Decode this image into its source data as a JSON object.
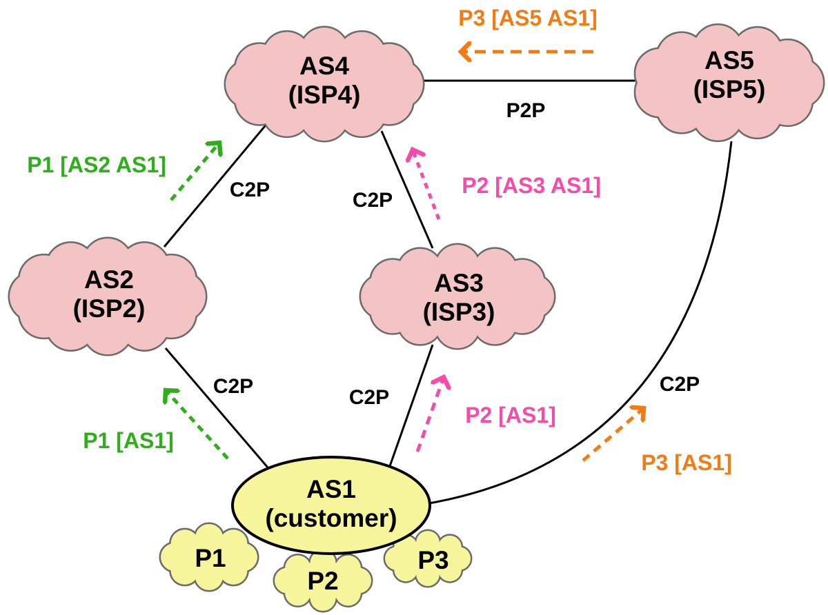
{
  "colors": {
    "cloud_pink": "#f4c3c4",
    "cloud_yellow": "#f7f59c",
    "green": "#2fae1c",
    "pink": "#f64ba8",
    "orange": "#f27b14"
  },
  "nodes": {
    "as4": {
      "line1": "AS4",
      "line2": "(ISP4)"
    },
    "as5": {
      "line1": "AS5",
      "line2": "(ISP5)"
    },
    "as2": {
      "line1": "AS2",
      "line2": "(ISP2)"
    },
    "as3": {
      "line1": "AS3",
      "line2": "(ISP3)"
    },
    "as1": {
      "line1": "AS1",
      "line2": "(customer)"
    },
    "p1": "P1",
    "p2": "P2",
    "p3": "P3"
  },
  "links": {
    "as4_as5": "P2P",
    "as2_as4": "C2P",
    "as3_as4": "C2P",
    "as1_as2": "C2P",
    "as1_as3": "C2P",
    "as1_as5": "C2P"
  },
  "announcements": {
    "p3_as5_as1": "P3 [AS5 AS1]",
    "p1_as2_as1": "P1 [AS2 AS1]",
    "p2_as3_as1": "P2 [AS3 AS1]",
    "p1_as1": "P1 [AS1]",
    "p2_as1": "P2 [AS1]",
    "p3_as1": "P3 [AS1]"
  }
}
